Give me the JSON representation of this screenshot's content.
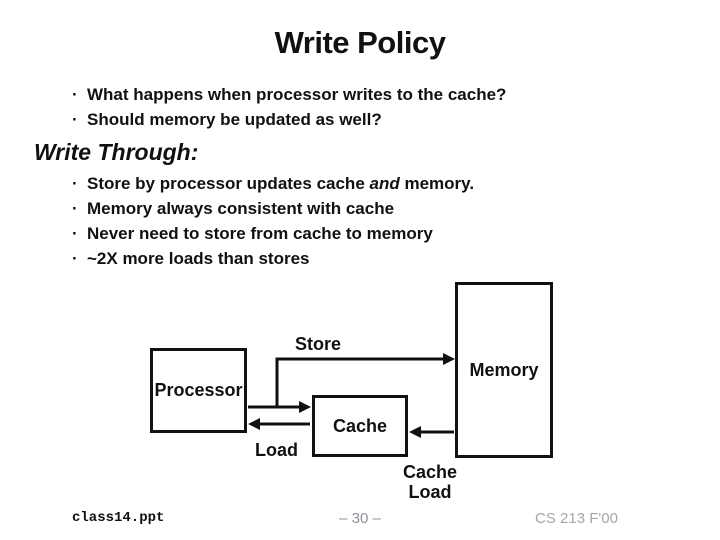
{
  "slide": {
    "title": "Write Policy",
    "bullet_char": "·",
    "intro_bullets": [
      "What happens when processor writes to the cache?",
      "Should memory be updated as well?"
    ],
    "section_heading": "Write Through:",
    "section_bullets": [
      {
        "pre": "Store by processor updates cache ",
        "em": "and",
        "post": " memory."
      },
      {
        "text": "Memory always consistent with cache"
      },
      {
        "text": "Never need to store from cache to memory"
      },
      {
        "text": "~2X more loads than stores"
      }
    ]
  },
  "diagram": {
    "processor_label": "Processor",
    "cache_label": "Cache",
    "memory_label": "Memory",
    "store_label": "Store",
    "load_label": "Load",
    "cache_load_line1": "Cache",
    "cache_load_line2": "Load"
  },
  "footer": {
    "filename": "class14.ppt",
    "page_number": "– 30 –",
    "course": "CS 213 F'00"
  },
  "colors": {
    "text": "#111111",
    "diagram_line": "#111111",
    "page_number_gray": "#8b9196",
    "course_gray": "#a3a7aa",
    "background": "#ffffff"
  }
}
